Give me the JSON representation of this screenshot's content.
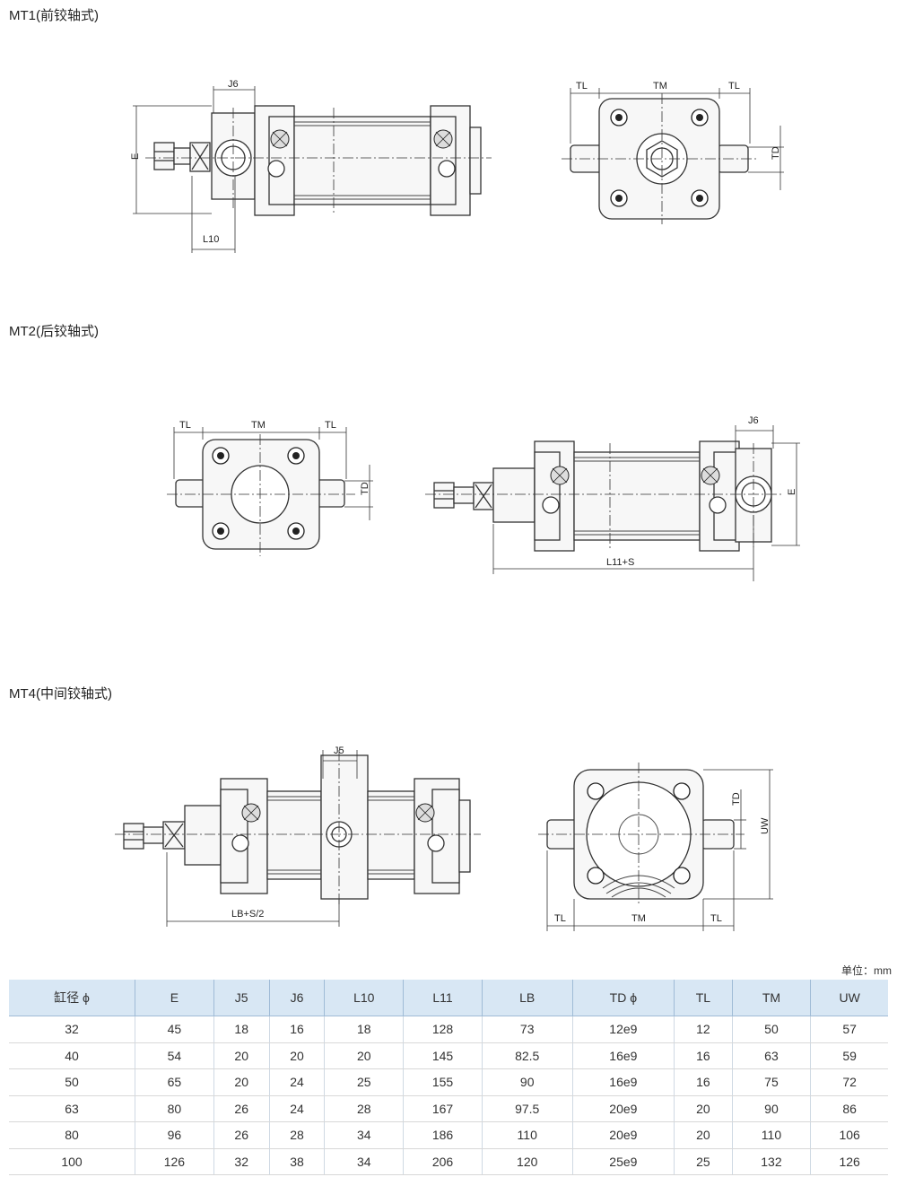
{
  "sections": {
    "mt1": "MT1(前铰轴式)",
    "mt2": "MT2(后铰轴式)",
    "mt4": "MT4(中间铰轴式)"
  },
  "dims": {
    "J6": "J6",
    "E": "E",
    "L10": "L10",
    "TL": "TL",
    "TM": "TM",
    "TD": "TD",
    "L11S": "L11+S",
    "J5": "J5",
    "LBS2": "LB+S/2",
    "UW": "UW"
  },
  "unit": "单位：mm",
  "table": {
    "headers": [
      "缸径 ϕ",
      "E",
      "J5",
      "J6",
      "L10",
      "L11",
      "LB",
      "TD  ϕ",
      "TL",
      "TM",
      "UW"
    ],
    "rows": [
      [
        "32",
        "45",
        "18",
        "16",
        "18",
        "128",
        "73",
        "12e9",
        "12",
        "50",
        "57"
      ],
      [
        "40",
        "54",
        "20",
        "20",
        "20",
        "145",
        "82.5",
        "16e9",
        "16",
        "63",
        "59"
      ],
      [
        "50",
        "65",
        "20",
        "24",
        "25",
        "155",
        "90",
        "16e9",
        "16",
        "75",
        "72"
      ],
      [
        "63",
        "80",
        "26",
        "24",
        "28",
        "167",
        "97.5",
        "20e9",
        "20",
        "90",
        "86"
      ],
      [
        "80",
        "96",
        "26",
        "28",
        "34",
        "186",
        "110",
        "20e9",
        "20",
        "110",
        "106"
      ],
      [
        "100",
        "126",
        "32",
        "38",
        "34",
        "206",
        "120",
        "25e9",
        "25",
        "132",
        "126"
      ]
    ]
  }
}
